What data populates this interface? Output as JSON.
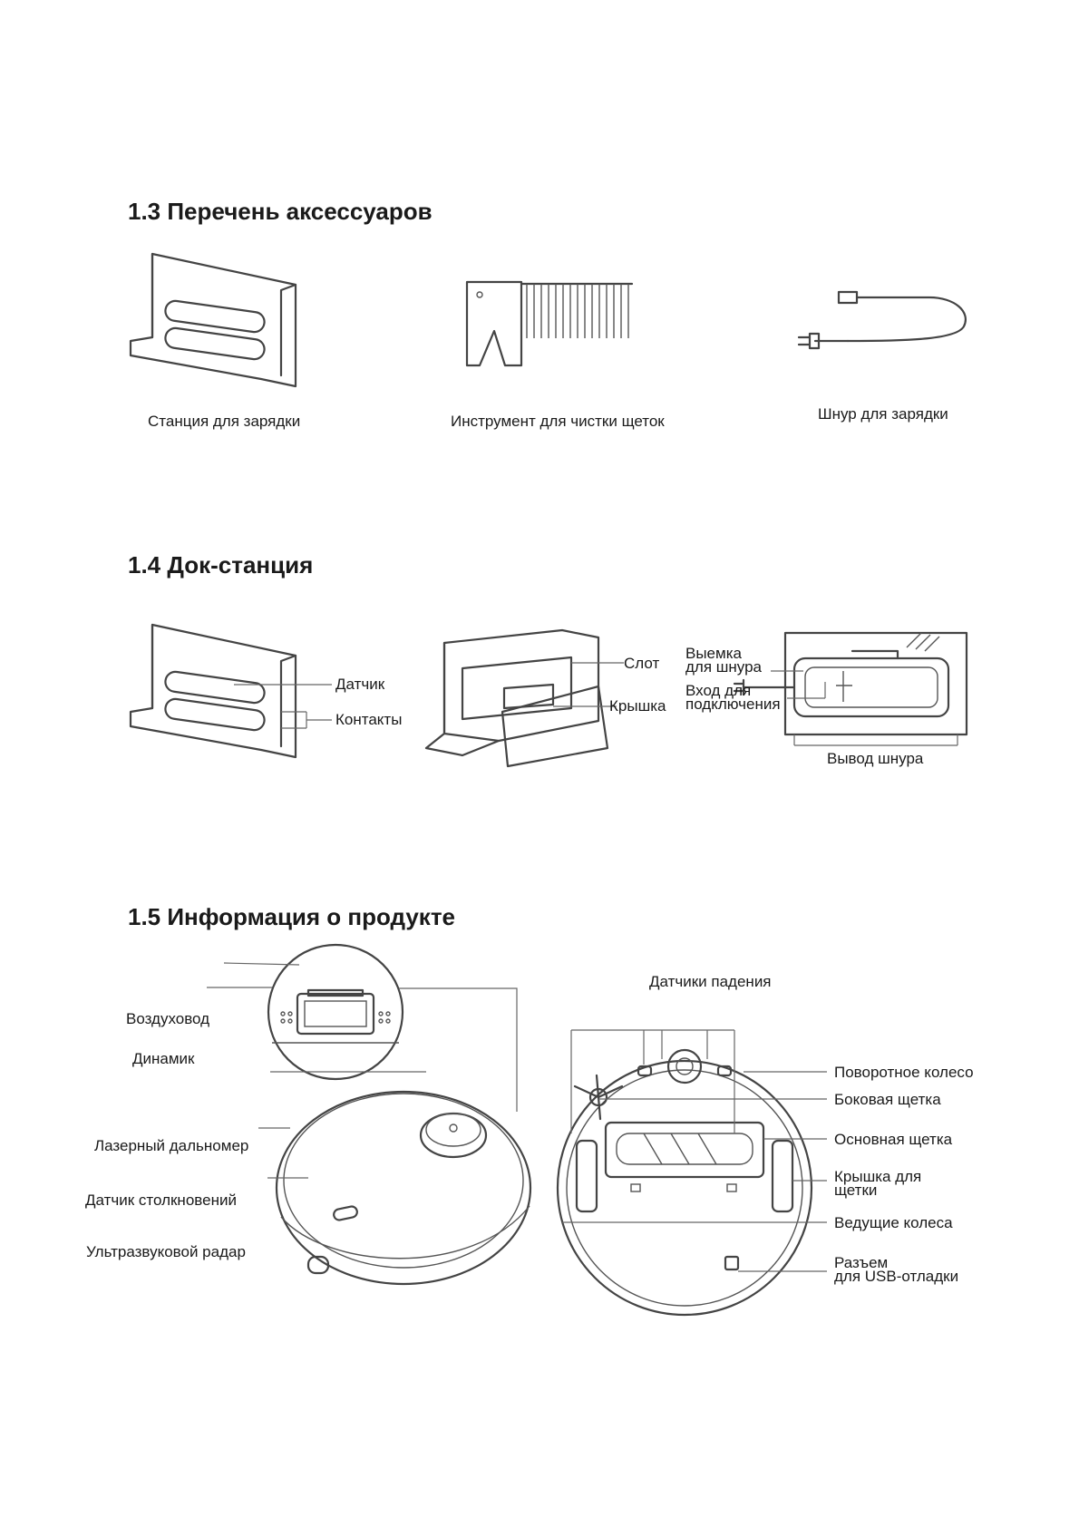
{
  "sections": {
    "accessories": {
      "title": "1.3 Перечень аксессуаров",
      "items": [
        "Станция для зарядки",
        "Инструмент для чистки щеток",
        "Шнур для зарядки"
      ]
    },
    "dock": {
      "title": "1.4 Док-станция",
      "labels": {
        "sensor": "Датчик",
        "contacts": "Контакты",
        "slot": "Слот",
        "cover": "Крышка",
        "cord_notch_1": "Выемка",
        "cord_notch_2": "для шнура",
        "power_input_1": "Вход для",
        "power_input_2": "подключения",
        "cord_outlet": "Вывод шнура"
      }
    },
    "product": {
      "title": "1.5 Информация о продукте",
      "top_labels": {
        "air_duct": "Воздуховод",
        "speaker": "Динамик",
        "laser": "Лазерный дальномер",
        "collision": "Датчик столкновений",
        "ultrasonic": "Ультразвуковой радар"
      },
      "bottom_labels": {
        "cliff": "Датчики падения",
        "caster": "Поворотное колесо",
        "side_brush": "Боковая щетка",
        "main_brush": "Основная щетка",
        "brush_cover_1": "Крышка для",
        "brush_cover_2": "щетки",
        "drive_wheels": "Ведущие колеса",
        "usb_1": "Разъем",
        "usb_2": "для USB-отладки"
      }
    }
  }
}
